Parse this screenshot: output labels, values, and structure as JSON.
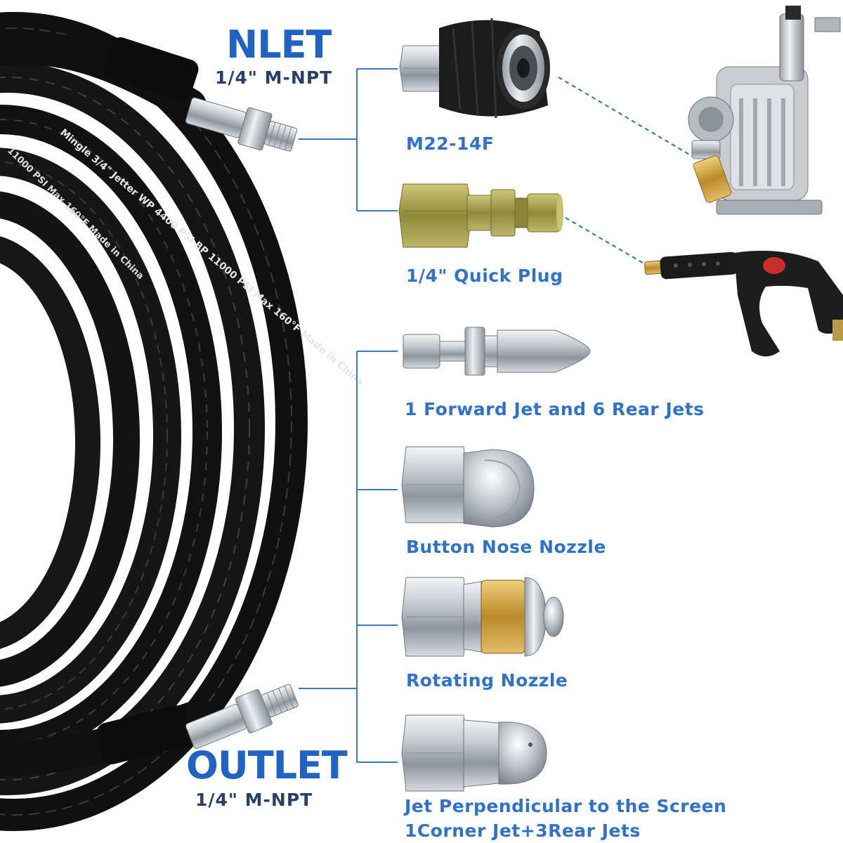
{
  "inlet": {
    "title": "NLET",
    "thread": "1/4\" M-NPT"
  },
  "outlet": {
    "title": "OUTLET",
    "thread": "1/4\" M-NPT"
  },
  "hose": {
    "print_line_1": "Mingle 3/4\" Jetter WP 4400 PSI BP 11000 PSI Max 160°F Made in China",
    "print_line_2": "11000 PSI Max 160°F Made in China"
  },
  "fittings": [
    {
      "label": "M22-14F",
      "icon": "m22-coupler-icon"
    },
    {
      "label": "1/4\" Quick Plug",
      "icon": "quick-plug-icon"
    }
  ],
  "nozzles": [
    {
      "label": "1 Forward Jet and 6 Rear Jets",
      "icon": "forward-rear-jet-nozzle-icon"
    },
    {
      "label": "Button Nose Nozzle",
      "icon": "button-nose-nozzle-icon"
    },
    {
      "label": "Rotating Nozzle",
      "icon": "rotating-nozzle-icon"
    },
    {
      "label_line_1": "Jet Perpendicular to the Screen",
      "label_line_2": "1Corner Jet+3Rear Jets",
      "icon": "corner-jet-nozzle-icon"
    }
  ],
  "devices": [
    {
      "icon": "pressure-washer-pump-icon"
    },
    {
      "icon": "spray-gun-icon"
    }
  ],
  "colors": {
    "accent_blue": "#1f63c4",
    "label_blue": "#2f72c8",
    "hose_black": "#141414",
    "connector_line": "#3a78c6",
    "steel": "#b9bfc6",
    "brass": "#c79a3c",
    "zinc_yellow": "#a8a24a"
  }
}
